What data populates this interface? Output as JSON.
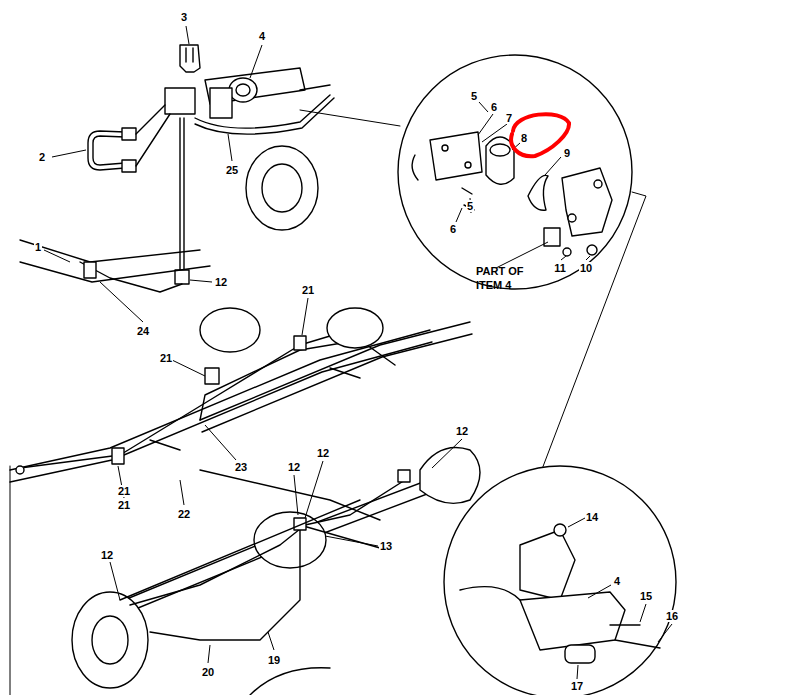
{
  "diagram": {
    "labels": [
      "3",
      "4",
      "2",
      "25",
      "5",
      "6",
      "7",
      "8",
      "9",
      "6",
      "5",
      "PART OF ITEM 4",
      "11",
      "10",
      "1",
      "12",
      "24",
      "21",
      "21",
      "21",
      "22",
      "23",
      "21",
      "12",
      "12",
      "12",
      "13",
      "14",
      "4",
      "15",
      "16",
      "12",
      "19",
      "20",
      "17"
    ]
  }
}
